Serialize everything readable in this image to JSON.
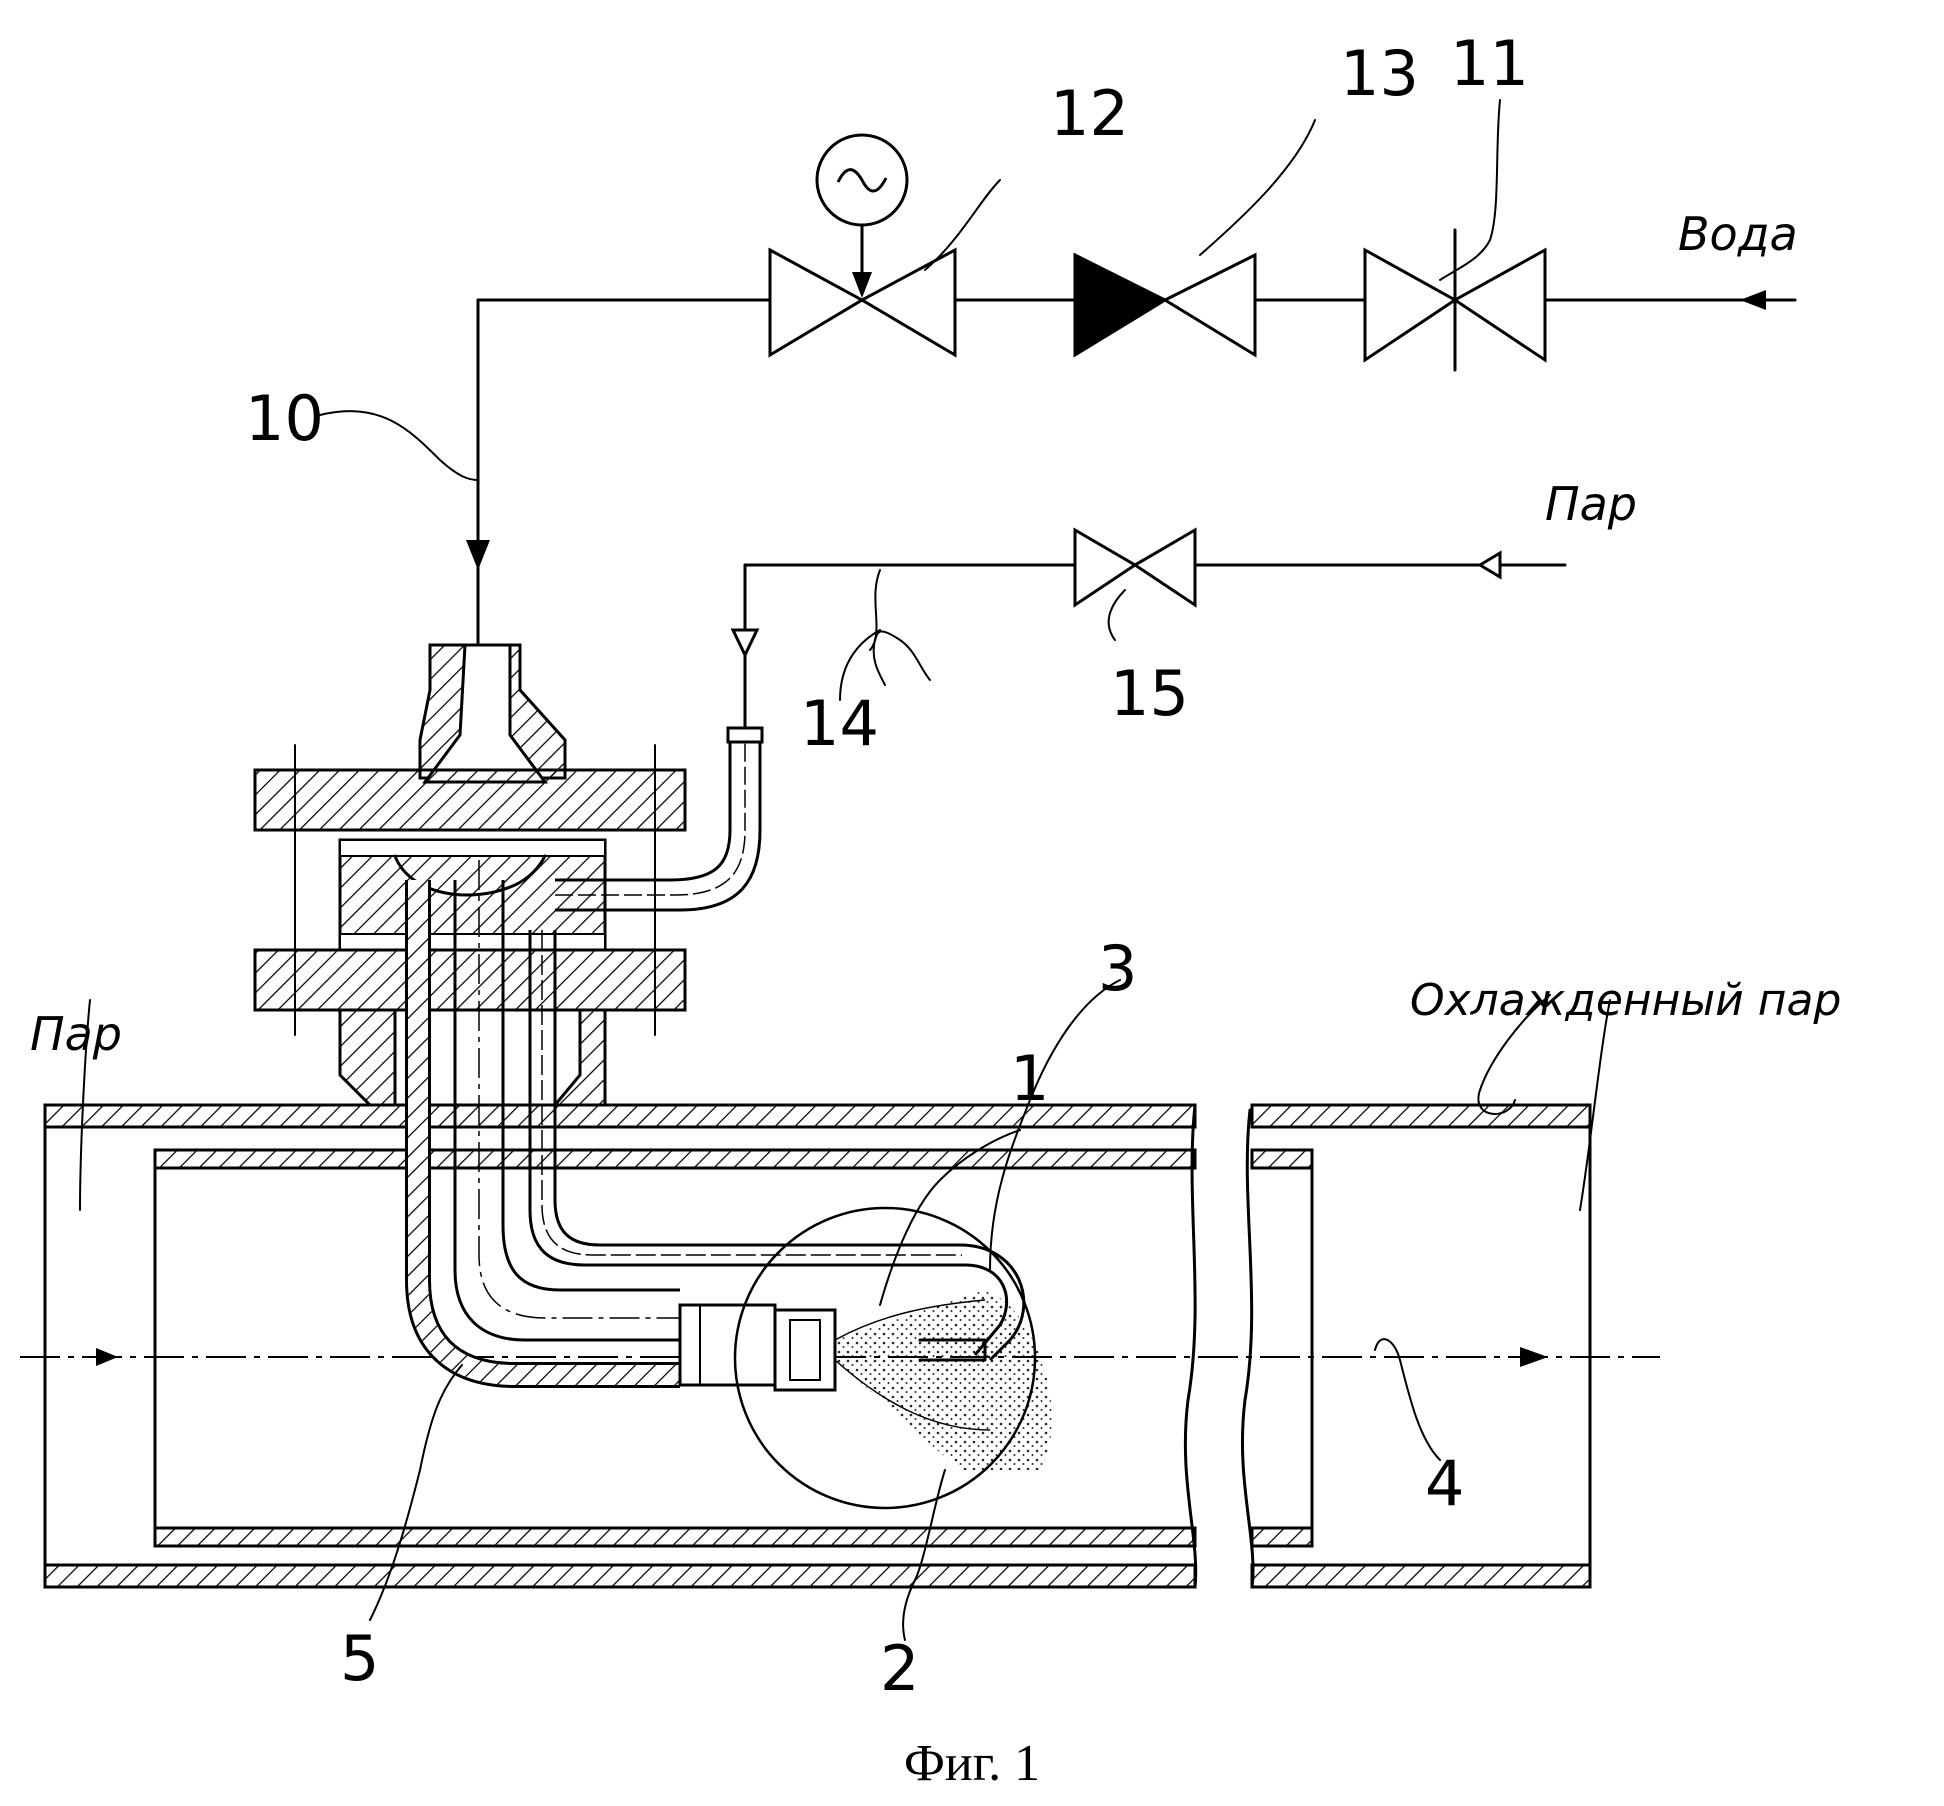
{
  "labels": {
    "water": "Вода",
    "steam_top": "Пар",
    "steam_left": "Пар",
    "cooled_steam": "Охлажденный пар",
    "n1": "1",
    "n2": "2",
    "n3": "3",
    "n4": "4",
    "n5": "5",
    "n10": "10",
    "n11": "11",
    "n12": "12",
    "n13": "13",
    "n14": "14",
    "n15": "15"
  },
  "caption": "Фиг. 1"
}
